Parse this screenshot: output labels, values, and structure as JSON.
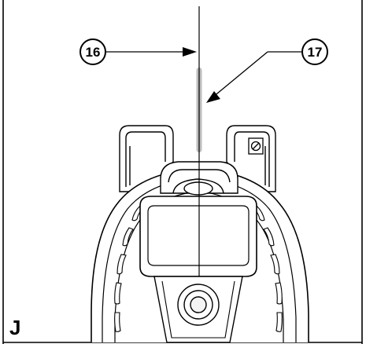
{
  "figure": {
    "panel_label": "J",
    "callouts": [
      {
        "label": "16"
      },
      {
        "label": "17"
      }
    ],
    "colors": {
      "line": "#000000",
      "background": "#ffffff",
      "highlight": "#bdbdbd"
    }
  }
}
